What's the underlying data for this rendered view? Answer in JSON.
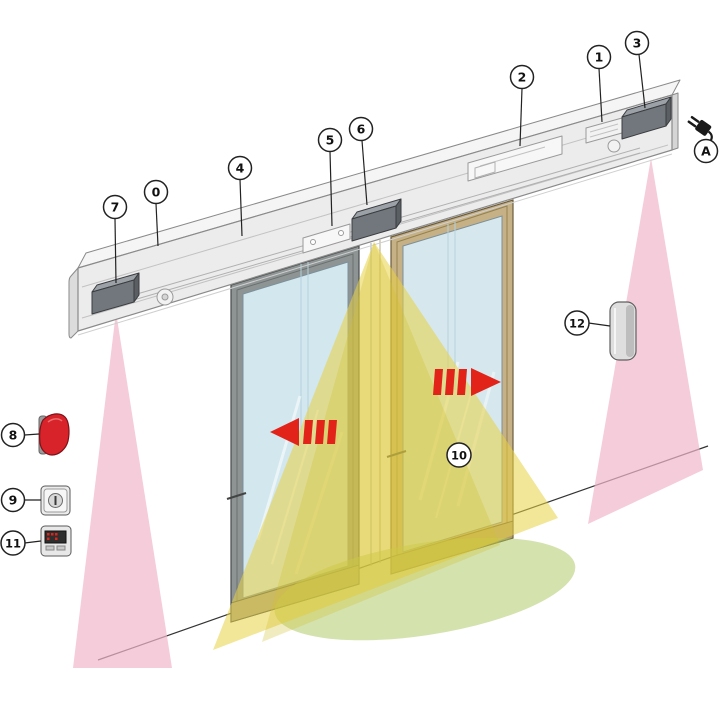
{
  "labels": {
    "n0": "0",
    "n1": "1",
    "n2": "2",
    "n3": "3",
    "n4": "4",
    "n5": "5",
    "n6": "6",
    "n7": "7",
    "n8": "8",
    "n9": "9",
    "n10": "10",
    "n11": "11",
    "n12": "12",
    "nA": "A"
  },
  "colors": {
    "zone_pink": "#f1b6c9",
    "zone_yellow": "#e8d243",
    "zone_olive": "#cfc12e",
    "zone_green": "#a9c55d",
    "arrow_red": "#e2231a",
    "beam_face": "#ececec",
    "glass_blue": "#d7ebf3",
    "frame_left": "#8e9494",
    "frame_right": "#c6b086",
    "sensor_dark": "#72777d",
    "device_red": "#d8232a"
  }
}
